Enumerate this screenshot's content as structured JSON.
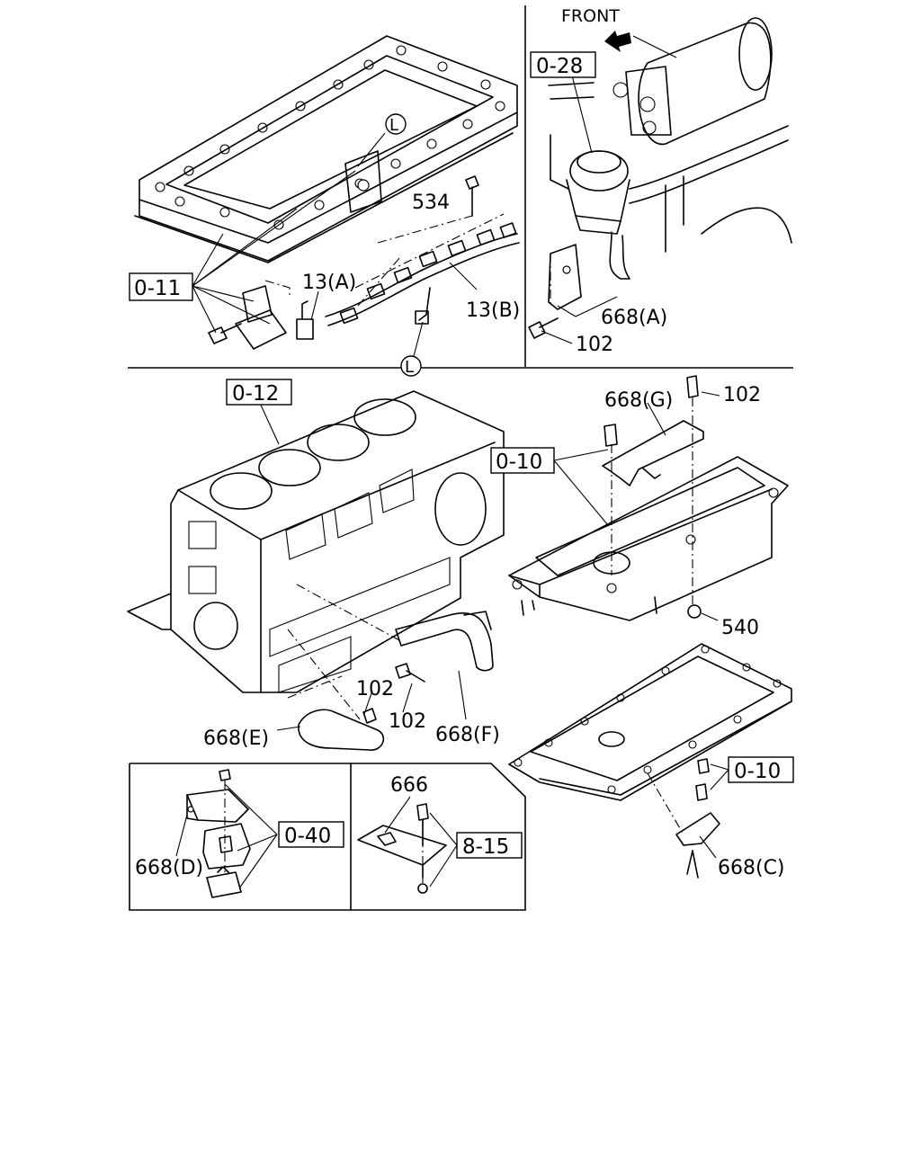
{
  "orientation": "FRONT",
  "colors": {
    "ink": "#000000",
    "paper": "#ffffff"
  },
  "icons": {
    "front_arrow": "arrow-up-left-icon",
    "locator": "circle-letter-icon"
  },
  "refs": {
    "r011": "0-11",
    "r028": "0-28",
    "r012": "0-12",
    "r010a": "0-10",
    "r010b": "0-10",
    "r040": "0-40",
    "r815": "8-15"
  },
  "parts": {
    "p534": "534",
    "p13a": "13(A)",
    "p13b": "13(B)",
    "p668a": "668(A)",
    "p102a": "102",
    "p668g": "668(G)",
    "p102b": "102",
    "p540": "540",
    "p102c": "102",
    "p102d": "102",
    "p668e": "668(E)",
    "p668f": "668(F)",
    "p668d": "668(D)",
    "p666": "666",
    "p668c": "668(C)"
  },
  "locators": {
    "l1": "L",
    "l2": "L"
  }
}
